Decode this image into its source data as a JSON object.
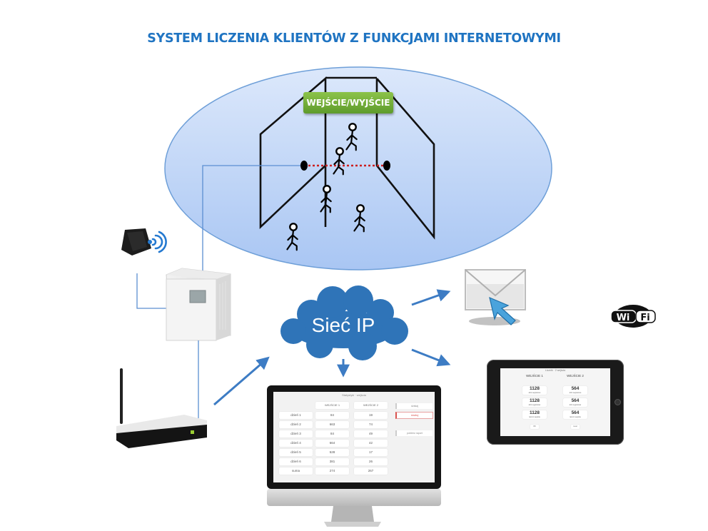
{
  "title": "SYSTEM LICZENIA KLIENTÓW Z FUNKCJAMI INTERNETOWYMI",
  "gate": {
    "label": "WEJŚCIE/WYJŚCIE",
    "zone_color": "#b9d2f6",
    "beam_color": "#cc1f1f",
    "badge_color": "#6fa83a",
    "people_count": 5
  },
  "network": {
    "label": "Sieć IP",
    "color": "#2f74b8"
  },
  "devices": {
    "sensor": "wireless-sensor",
    "controller": "counter-controller-box",
    "router": "wifi-router",
    "email": "email-notification",
    "wifi_logo": {
      "left": "Wi",
      "right": "Fi"
    },
    "monitor": "desktop-monitor",
    "tablet": "tablet"
  },
  "monitor_screen": {
    "header": "Statystyki · wejścia",
    "columns": [
      "WEJŚCIE 1",
      "WEJŚCIE 2"
    ],
    "rows": [
      {
        "label": "dzień 1",
        "values": [
          "84",
          "19"
        ]
      },
      {
        "label": "dzień 2",
        "values": [
          "663",
          "74"
        ]
      },
      {
        "label": "dzień 3",
        "values": [
          "84",
          "49"
        ]
      },
      {
        "label": "dzień 4",
        "values": [
          "664",
          "42"
        ]
      },
      {
        "label": "dzień 5",
        "values": [
          "528",
          "17"
        ]
      },
      {
        "label": "dzień 6",
        "values": [
          "381",
          "26"
        ]
      },
      {
        "label": "suma",
        "values": [
          "274",
          "267"
        ]
      }
    ],
    "buttons": [
      "dzisiaj",
      "resetuj",
      "pobierz raport"
    ]
  },
  "tablet_screen": {
    "header": "Licznik · 2 wejścia",
    "columns": [
      "WEJŚCIE 1",
      "WEJŚCIE 2"
    ],
    "cards": [
      [
        {
          "value": "1128",
          "label": "dziś wejściowo"
        },
        {
          "value": "564",
          "label": "dziś wejściowo"
        }
      ],
      [
        {
          "value": "1128",
          "label": "dziś wyjściowo"
        },
        {
          "value": "564",
          "label": "dziś wyjściowo"
        }
      ],
      [
        {
          "value": "1128",
          "label": "razem wejście"
        },
        {
          "value": "564",
          "label": "razem wejście"
        }
      ]
    ],
    "footer": [
      "OK",
      "reset"
    ]
  }
}
